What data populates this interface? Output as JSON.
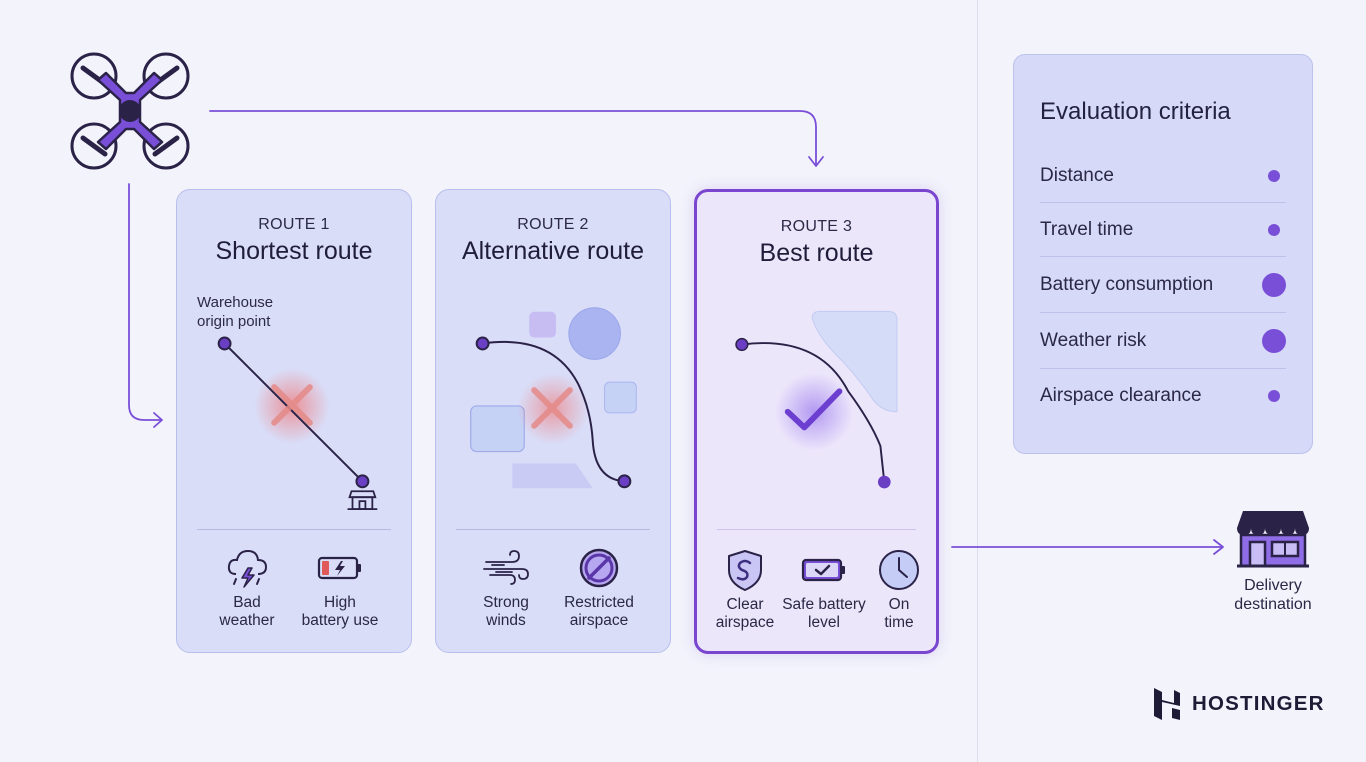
{
  "routes": [
    {
      "number": "ROUTE 1",
      "title": "Shortest route",
      "origin_label": "Warehouse\norigin point",
      "facts": [
        {
          "icon": "storm-cloud-icon",
          "label": "Bad\nweather"
        },
        {
          "icon": "low-battery-icon",
          "label": "High\nbattery use"
        }
      ],
      "verdict_icon": "cross-icon"
    },
    {
      "number": "ROUTE 2",
      "title": "Alternative route",
      "facts": [
        {
          "icon": "wind-icon",
          "label": "Strong\nwinds"
        },
        {
          "icon": "no-entry-icon",
          "label": "Restricted\nairspace"
        }
      ],
      "verdict_icon": "cross-icon"
    },
    {
      "number": "ROUTE 3",
      "title": "Best route",
      "facts": [
        {
          "icon": "shield-icon",
          "label": "Clear\nairspace"
        },
        {
          "icon": "battery-check-icon",
          "label": "Safe battery\nlevel"
        },
        {
          "icon": "clock-icon",
          "label": "On\ntime"
        }
      ],
      "verdict_icon": "checkmark-icon"
    }
  ],
  "evaluation": {
    "title": "Evaluation criteria",
    "criteria": [
      {
        "label": "Distance",
        "weight": "low"
      },
      {
        "label": "Travel time",
        "weight": "low"
      },
      {
        "label": "Battery consumption",
        "weight": "high"
      },
      {
        "label": "Weather risk",
        "weight": "high"
      },
      {
        "label": "Airspace clearance",
        "weight": "low"
      }
    ]
  },
  "destination": {
    "label": "Delivery\ndestination",
    "icon": "storefront-icon"
  },
  "brand": {
    "name": "HOSTINGER",
    "logo_icon": "hostinger-logo-icon"
  },
  "colors": {
    "accent": "#7a45cf",
    "card_bg": "#d9ddf8",
    "best_card_bg": "#ece6fb",
    "background": "#f2f3fb",
    "dark": "#2b2248",
    "danger": "#e05a5a"
  }
}
